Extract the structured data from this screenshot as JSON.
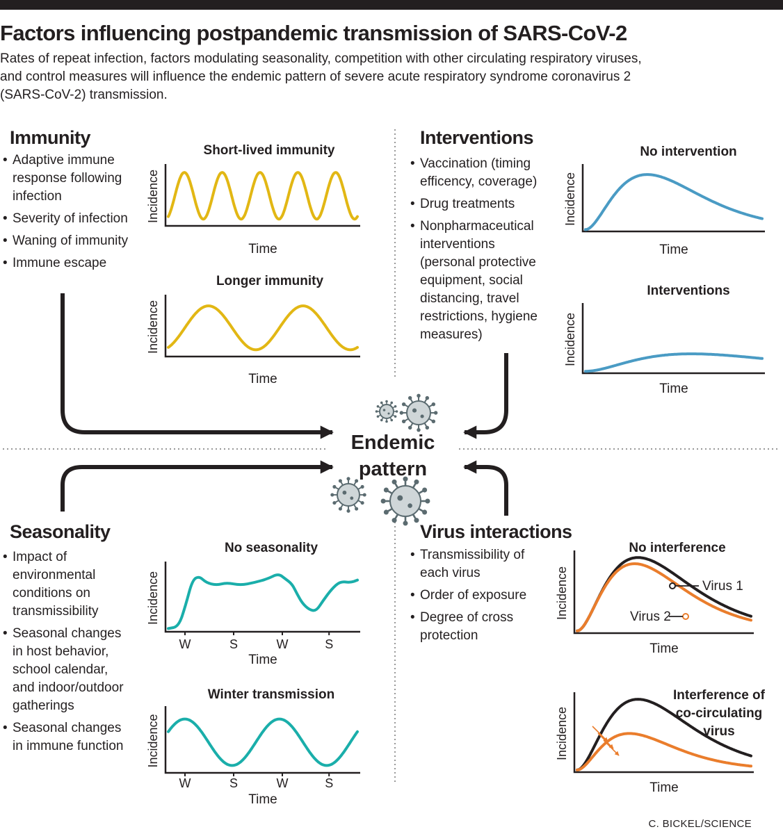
{
  "header": {
    "title": "Factors influencing postpandemic transmission of SARS-CoV-2",
    "subtitle_lines": [
      "Rates of repeat infection, factors modulating seasonality, competition with other circulating respiratory viruses,",
      "and control measures will influence the endemic pattern of severe acute respiratory syndrome coronavirus 2",
      "(SARS-CoV-2) transmission."
    ]
  },
  "center": {
    "lines": [
      "Endemic",
      "pattern"
    ]
  },
  "credit": "C. BICKEL/SCIENCE",
  "sections": {
    "immunity": {
      "heading": "Immunity",
      "bullets": [
        [
          "Adaptive immune",
          "response following",
          "infection"
        ],
        [
          "Severity of infection"
        ],
        [
          "Waning of immunity"
        ],
        [
          "Immune escape"
        ]
      ]
    },
    "interventions": {
      "heading": "Interventions",
      "bullets": [
        [
          "Vaccination (timing",
          "efficency, coverage)"
        ],
        [
          "Drug treatments"
        ],
        [
          "Nonpharmaceutical",
          "interventions",
          "(personal protective",
          "equipment, social",
          "distancing, travel",
          "restrictions, hygiene",
          "measures)"
        ]
      ]
    },
    "seasonality": {
      "heading": "Seasonality",
      "bullets": [
        [
          "Impact of",
          "environmental",
          "conditions on",
          "transmissibility"
        ],
        [
          "Seasonal changes",
          "in host behavior,",
          "school calendar,",
          "and indoor/outdoor",
          "gatherings"
        ],
        [
          "Seasonal changes",
          "in immune function"
        ]
      ]
    },
    "virus_interactions": {
      "heading": "Virus interactions",
      "bullets": [
        [
          "Transmissibility of",
          "each virus"
        ],
        [
          "Order of exposure"
        ],
        [
          "Degree of cross",
          "protection"
        ]
      ]
    }
  },
  "chart_data": [
    {
      "id": "short_lived",
      "type": "line",
      "title": "Short-lived immunity",
      "xlabel": "Time",
      "ylabel": "Incidence",
      "color": "#e2b714",
      "series": [
        {
          "shape": "sine",
          "cycles": 5,
          "baseline": 0.12,
          "peak": 0.95
        }
      ]
    },
    {
      "id": "longer",
      "type": "line",
      "title": "Longer immunity",
      "xlabel": "Time",
      "ylabel": "Incidence",
      "color": "#e2b714",
      "series": [
        {
          "shape": "sine",
          "cycles": 2,
          "baseline": 0.12,
          "peak": 0.9
        }
      ]
    },
    {
      "id": "no_intervention",
      "type": "line",
      "title": "No intervention",
      "xlabel": "Time",
      "ylabel": "Incidence",
      "color": "#4a9bc4",
      "series": [
        {
          "shape": "epidemic",
          "peak_time": 0.35,
          "peak": 0.92
        }
      ]
    },
    {
      "id": "interventions",
      "type": "line",
      "title": "Interventions",
      "xlabel": "Time",
      "ylabel": "Incidence",
      "color": "#4a9bc4",
      "series": [
        {
          "shape": "epidemic",
          "peak_time": 0.6,
          "peak": 0.3
        }
      ]
    },
    {
      "id": "no_seasonality",
      "type": "line",
      "title": "No seasonality",
      "xlabel": "Time",
      "ylabel": "Incidence",
      "color": "#1aaeaa",
      "x_ticks": [
        "W",
        "S",
        "W",
        "S"
      ],
      "series": [
        {
          "shape": "irregular",
          "points": [
            [
              0.0,
              0.05
            ],
            [
              0.06,
              0.08
            ],
            [
              0.1,
              0.4
            ],
            [
              0.14,
              0.8
            ],
            [
              0.18,
              0.86
            ],
            [
              0.22,
              0.76
            ],
            [
              0.28,
              0.72
            ],
            [
              0.34,
              0.76
            ],
            [
              0.42,
              0.72
            ],
            [
              0.5,
              0.76
            ],
            [
              0.58,
              0.82
            ],
            [
              0.64,
              0.9
            ],
            [
              0.68,
              0.82
            ],
            [
              0.72,
              0.74
            ],
            [
              0.75,
              0.58
            ],
            [
              0.78,
              0.44
            ],
            [
              0.82,
              0.34
            ],
            [
              0.86,
              0.32
            ],
            [
              0.9,
              0.48
            ],
            [
              0.95,
              0.66
            ],
            [
              1.0,
              0.78
            ],
            [
              1.06,
              0.76
            ],
            [
              1.1,
              0.8
            ]
          ]
        }
      ]
    },
    {
      "id": "winter",
      "type": "line",
      "title": "Winter transmission",
      "xlabel": "Time",
      "ylabel": "Incidence",
      "color": "#1aaeaa",
      "x_ticks": [
        "W",
        "S",
        "W",
        "S"
      ],
      "series": [
        {
          "shape": "sine",
          "cycles": 2,
          "baseline": 0.12,
          "peak": 0.88
        }
      ]
    },
    {
      "id": "no_interference",
      "type": "line",
      "title": "No interference",
      "xlabel": "Time",
      "ylabel": "Incidence",
      "series": [
        {
          "name": "Virus 1",
          "color": "#231f20",
          "shape": "epidemic",
          "peak_time": 0.35,
          "peak": 0.98
        },
        {
          "name": "Virus 2",
          "color": "#ea7d2c",
          "shape": "epidemic",
          "peak_time": 0.33,
          "peak": 0.9
        }
      ]
    },
    {
      "id": "interference",
      "type": "line",
      "title": "Interference of co-circulating virus",
      "xlabel": "Time",
      "ylabel": "Incidence",
      "series": [
        {
          "name": "",
          "color": "#231f20",
          "shape": "epidemic",
          "peak_time": 0.35,
          "peak": 0.98
        },
        {
          "name": "",
          "color": "#ea7d2c",
          "shape": "epidemic",
          "peak_time": 0.3,
          "peak": 0.52
        }
      ]
    }
  ],
  "palette": {
    "immunity": "#e2b714",
    "interventions": "#4a9bc4",
    "seasonality": "#1aaeaa",
    "virus2": "#ea7d2c",
    "ink": "#231f20",
    "virus": "#5b6b70"
  }
}
